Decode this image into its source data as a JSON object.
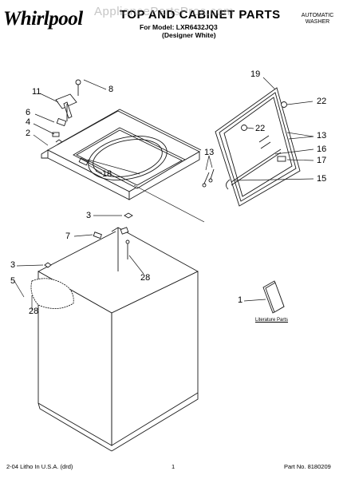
{
  "header": {
    "brand": "Whirlpool",
    "title": "TOP AND CABINET PARTS",
    "model_line": "For Model: LXR6432JQ3",
    "model_variant": "(Designer White)",
    "product_line1": "AUTOMATIC",
    "product_line2": "WASHER",
    "watermark": "AppliancePartsPros.com"
  },
  "callouts": [
    "1",
    "2",
    "3",
    "3",
    "4",
    "5",
    "6",
    "7",
    "8",
    "11",
    "13",
    "13",
    "15",
    "16",
    "17",
    "18",
    "19",
    "22",
    "22",
    "28",
    "28"
  ],
  "literature_label": "Literature Parts",
  "footer": {
    "left": "2-04 Litho In U.S.A. (drd)",
    "center": "1",
    "right": "Part No. 8180209"
  },
  "colors": {
    "line": "#1a1a1a",
    "watermark": "#999999"
  }
}
